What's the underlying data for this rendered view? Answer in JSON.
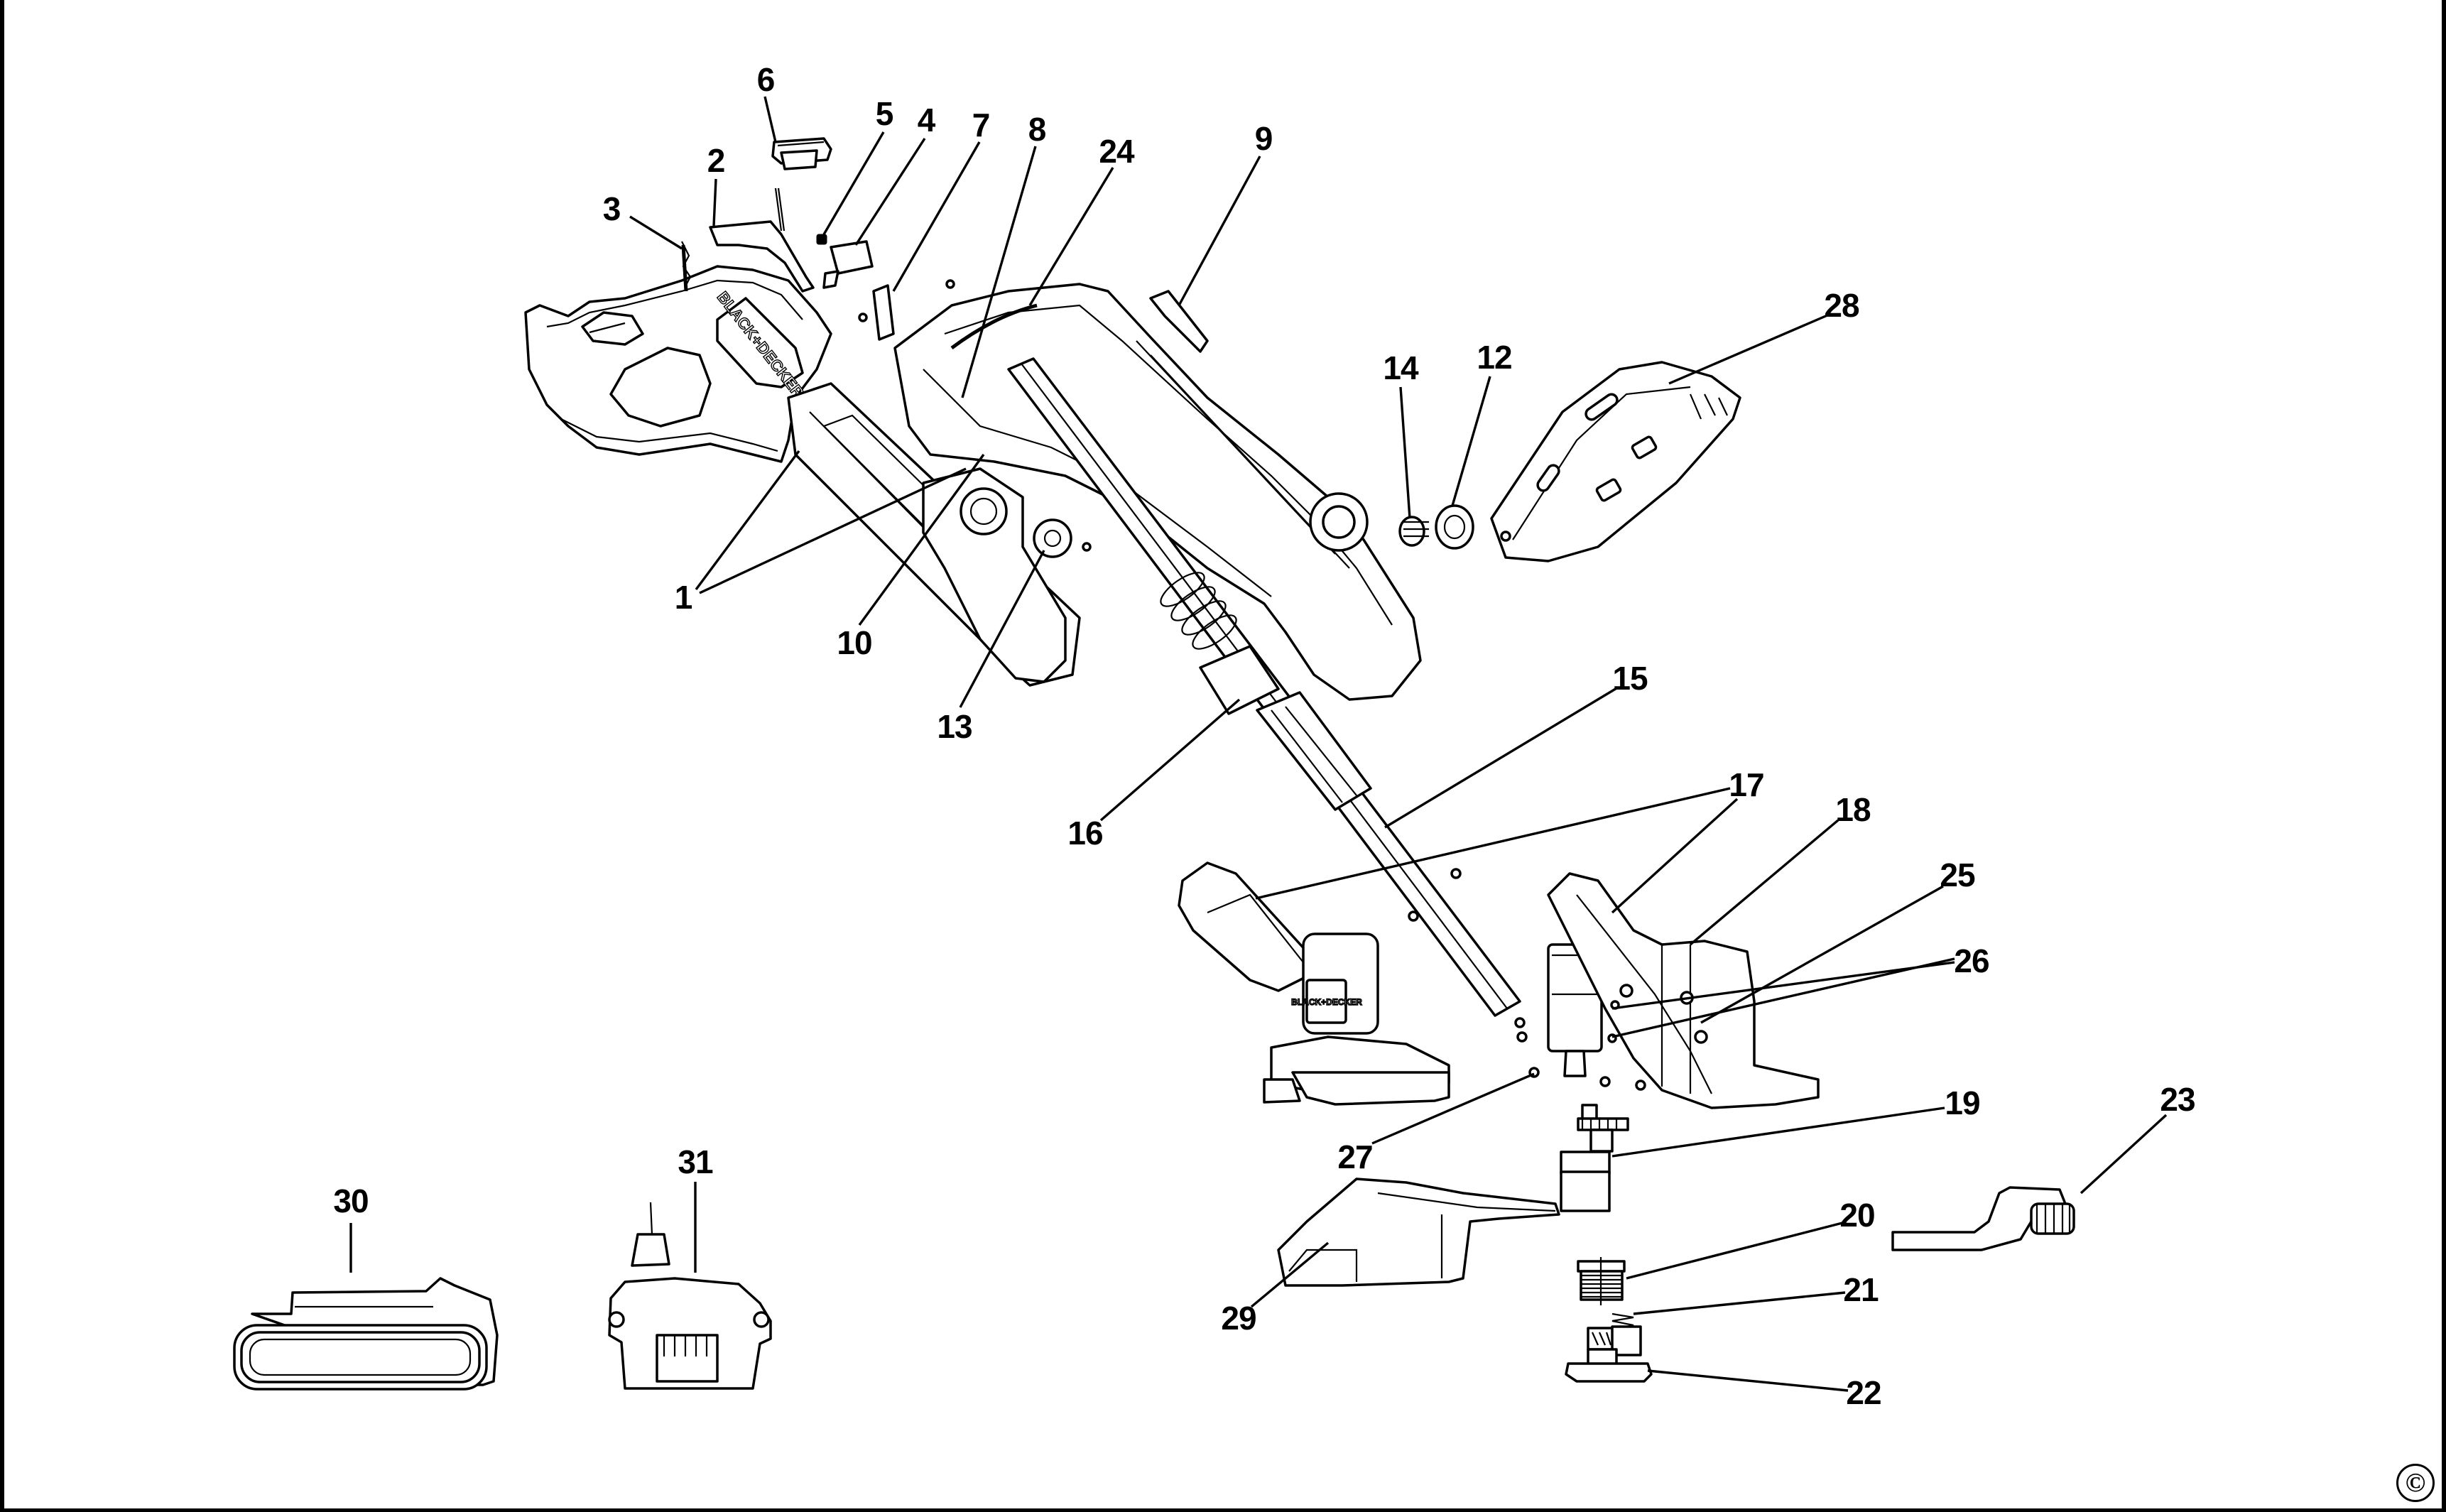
{
  "diagram": {
    "title": "Exploded parts diagram - cordless string trimmer",
    "brand_marks": [
      "BLACK+DECKER",
      "BLACK+DECKER",
      "BLACK+DECKER"
    ],
    "copyright_symbol": "©",
    "callouts": [
      {
        "id": "1",
        "label": "1",
        "part": "housing-set"
      },
      {
        "id": "2",
        "label": "2",
        "part": "trigger-lever"
      },
      {
        "id": "3",
        "label": "3",
        "part": "trigger-spring"
      },
      {
        "id": "4",
        "label": "4",
        "part": "lock-off-button"
      },
      {
        "id": "5",
        "label": "5",
        "part": "small-spring"
      },
      {
        "id": "6",
        "label": "6",
        "part": "battery-latch"
      },
      {
        "id": "7",
        "label": "7",
        "part": "switch"
      },
      {
        "id": "8",
        "label": "8",
        "part": "wire-harness"
      },
      {
        "id": "24",
        "label": "24",
        "part": "terminal-block"
      },
      {
        "id": "9",
        "label": "9",
        "part": "clip"
      },
      {
        "id": "10",
        "label": "10",
        "part": "tube-collar"
      },
      {
        "id": "12",
        "label": "12",
        "part": "knob"
      },
      {
        "id": "13",
        "label": "13",
        "part": "washer"
      },
      {
        "id": "14",
        "label": "14",
        "part": "spring"
      },
      {
        "id": "15",
        "label": "15",
        "part": "shaft-tube"
      },
      {
        "id": "16",
        "label": "16",
        "part": "locking-collar"
      },
      {
        "id": "17",
        "label": "17",
        "part": "motor-housing-set"
      },
      {
        "id": "18",
        "label": "18",
        "part": "motor"
      },
      {
        "id": "19",
        "label": "19",
        "part": "spool-hub-gear"
      },
      {
        "id": "20",
        "label": "20",
        "part": "spool-and-line"
      },
      {
        "id": "21",
        "label": "21",
        "part": "spool-spring"
      },
      {
        "id": "22",
        "label": "22",
        "part": "spool-cap"
      },
      {
        "id": "23",
        "label": "23",
        "part": "edge-guide"
      },
      {
        "id": "25",
        "label": "25",
        "part": "bracket"
      },
      {
        "id": "26",
        "label": "26",
        "part": "screws"
      },
      {
        "id": "27",
        "label": "27",
        "part": "screw"
      },
      {
        "id": "28",
        "label": "28",
        "part": "auxiliary-handle"
      },
      {
        "id": "29",
        "label": "29",
        "part": "guard"
      },
      {
        "id": "30",
        "label": "30",
        "part": "battery-pack"
      },
      {
        "id": "31",
        "label": "31",
        "part": "charger"
      }
    ]
  }
}
